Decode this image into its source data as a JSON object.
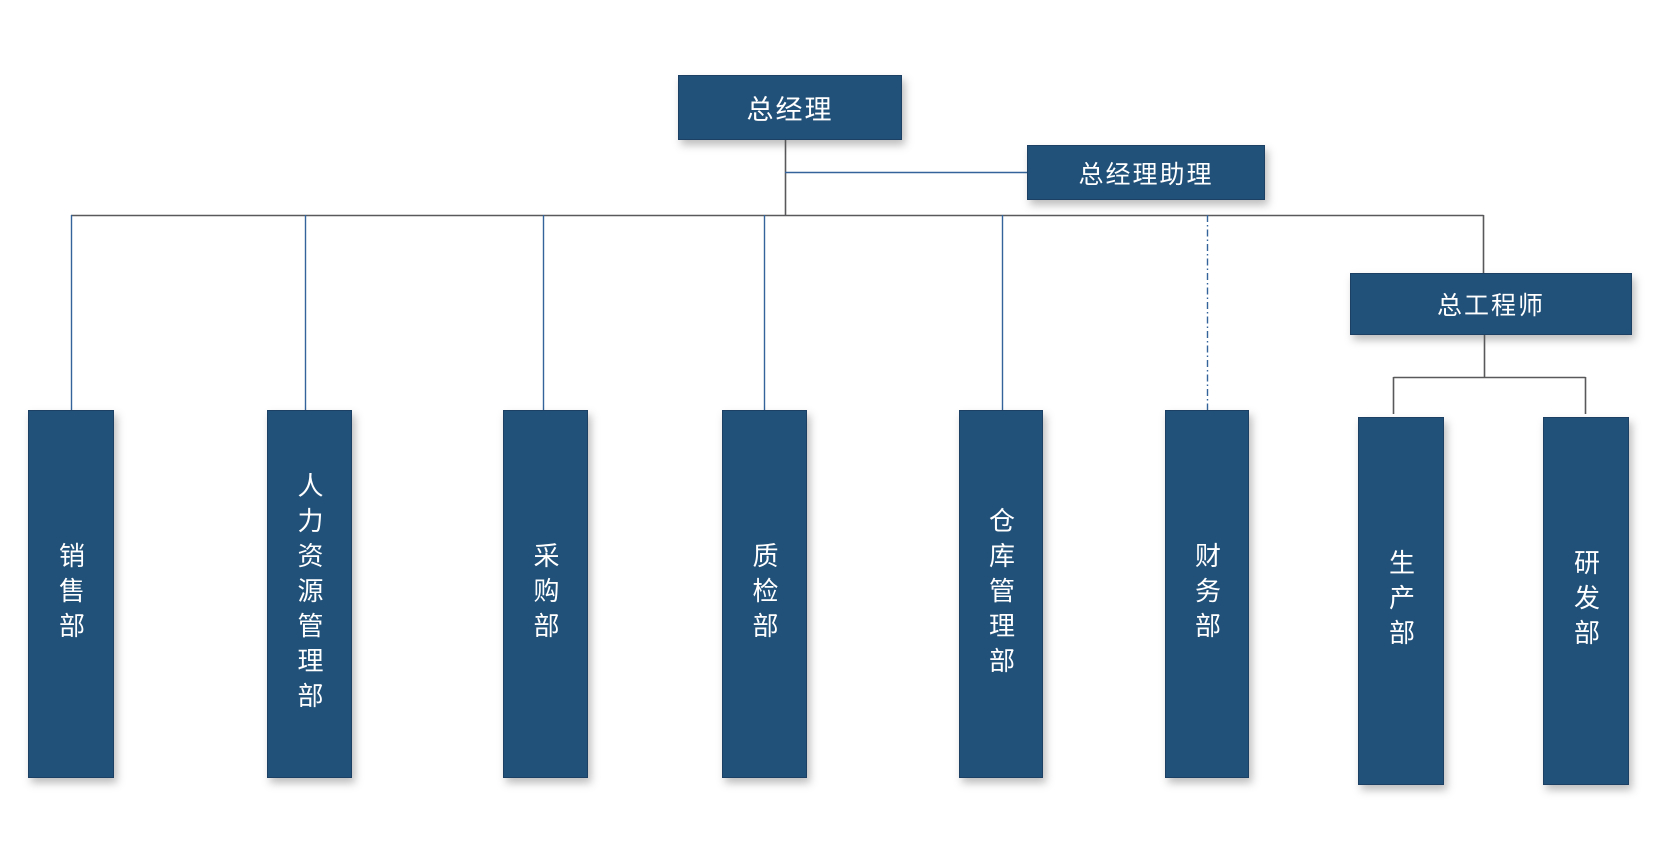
{
  "org_chart": {
    "type": "organization-chart",
    "root": {
      "label": "总经理"
    },
    "assistant": {
      "label": "总经理助理",
      "link_style": "solid"
    },
    "general_departments": [
      {
        "label": "销售部",
        "link_style": "solid"
      },
      {
        "label": "人力资源管理部",
        "link_style": "solid"
      },
      {
        "label": "采购部",
        "link_style": "solid"
      },
      {
        "label": "质检部",
        "link_style": "solid"
      },
      {
        "label": "仓库管理部",
        "link_style": "solid"
      },
      {
        "label": "财务部",
        "link_style": "dashed"
      }
    ],
    "chief_engineer": {
      "label": "总工程师",
      "subordinates": [
        {
          "label": "生产部"
        },
        {
          "label": "研发部"
        }
      ]
    }
  },
  "colors": {
    "node_fill": "#215078",
    "node_border": "#1B4063",
    "node_text": "#FFFFFF",
    "connector_blue": "#33639A",
    "connector_gray": "#59595B",
    "background": "#FFFFFF"
  }
}
